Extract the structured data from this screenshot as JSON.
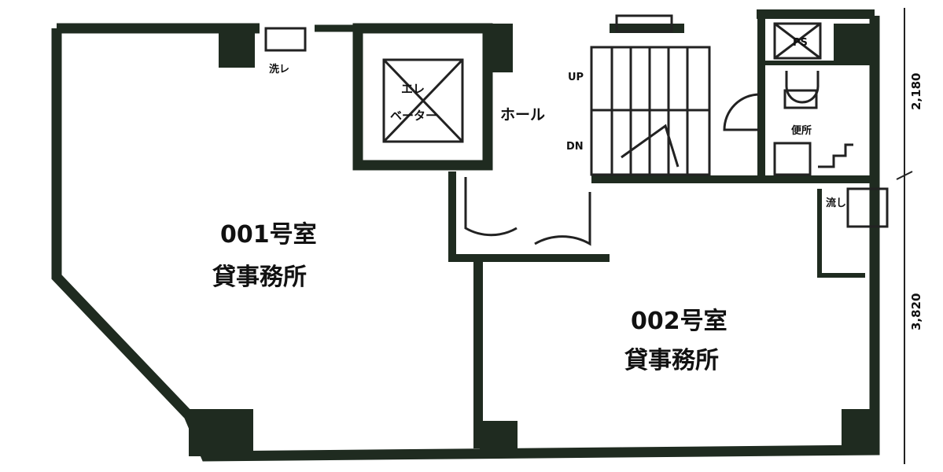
{
  "rooms": {
    "unit_001": {
      "number": "001号室",
      "use": "貸事務所"
    },
    "unit_002": {
      "number": "002号室",
      "use": "貸事務所"
    }
  },
  "labels": {
    "elevator_line1": "エレ",
    "elevator_line2": "ベーター",
    "hall": "ホール",
    "stairs_up": "UP",
    "stairs_down": "DN",
    "ps": "PS",
    "toilet": "便所",
    "wc_top": "洗レ",
    "wc_right": "流し"
  },
  "dimensions": {
    "upper": "2,180",
    "lower": "3,820"
  },
  "colors": {
    "wall": "#1f2b20",
    "line": "#222222",
    "background": "#ffffff"
  }
}
